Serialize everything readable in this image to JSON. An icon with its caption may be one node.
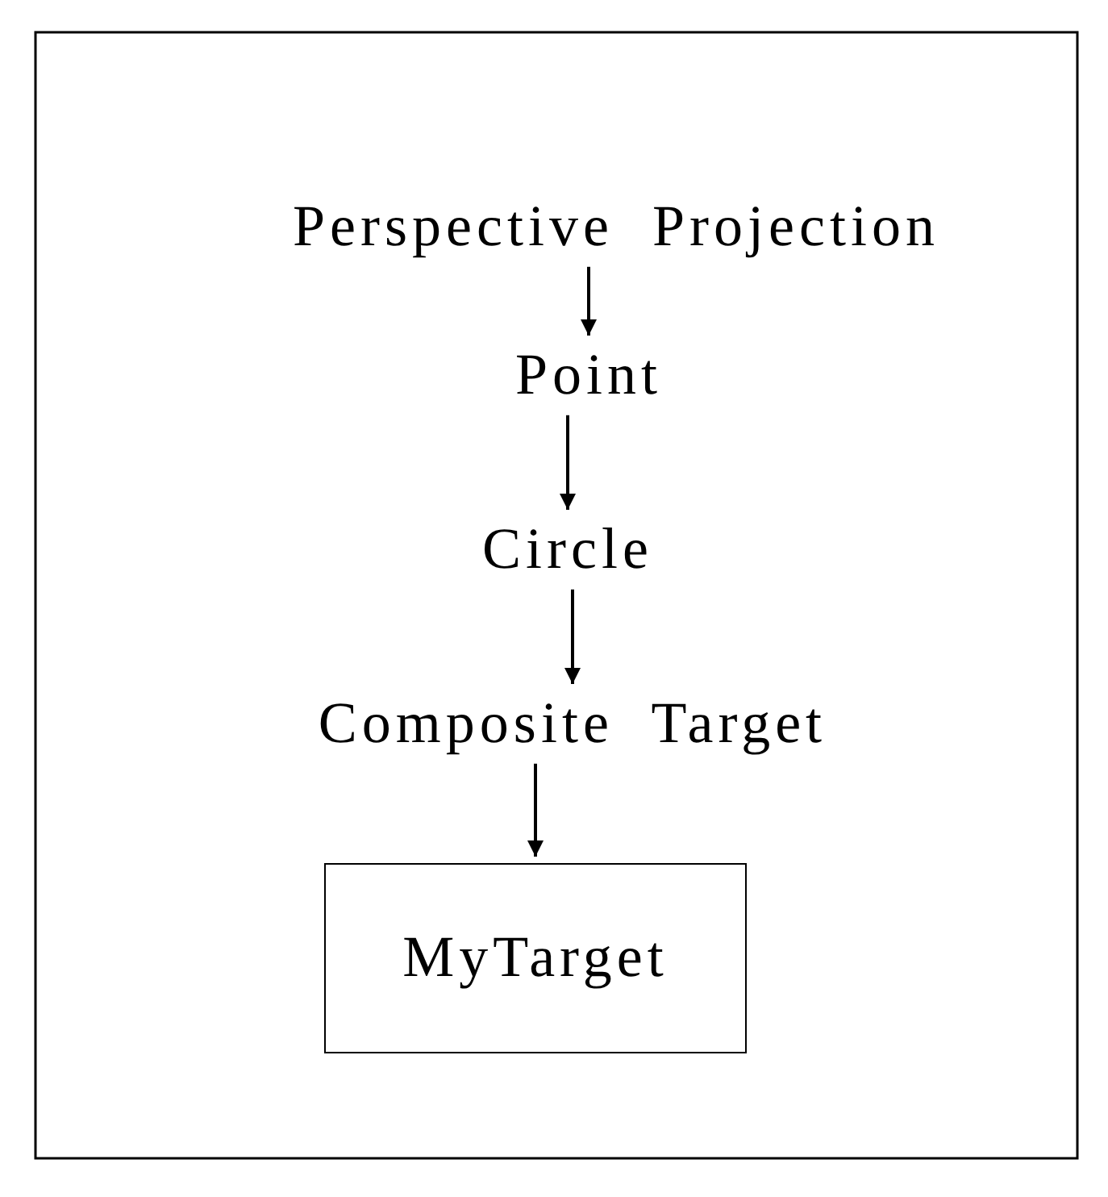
{
  "diagram": {
    "nodes": [
      {
        "text": [
          "Perspective Projection"
        ]
      },
      {
        "text": [
          "Point"
        ]
      },
      {
        "text": [
          "Circle"
        ]
      },
      {
        "text": [
          "Composite Target"
        ]
      },
      {
        "text": [
          "MyTarget"
        ]
      }
    ],
    "edges": [
      {
        "from": 0,
        "to": 1,
        "arrow": "to"
      },
      {
        "from": 1,
        "to": 2,
        "arrow": "to"
      },
      {
        "from": 2,
        "to": 3,
        "arrow": "to"
      },
      {
        "from": 3,
        "to": 4,
        "arrow": "to"
      }
    ]
  }
}
